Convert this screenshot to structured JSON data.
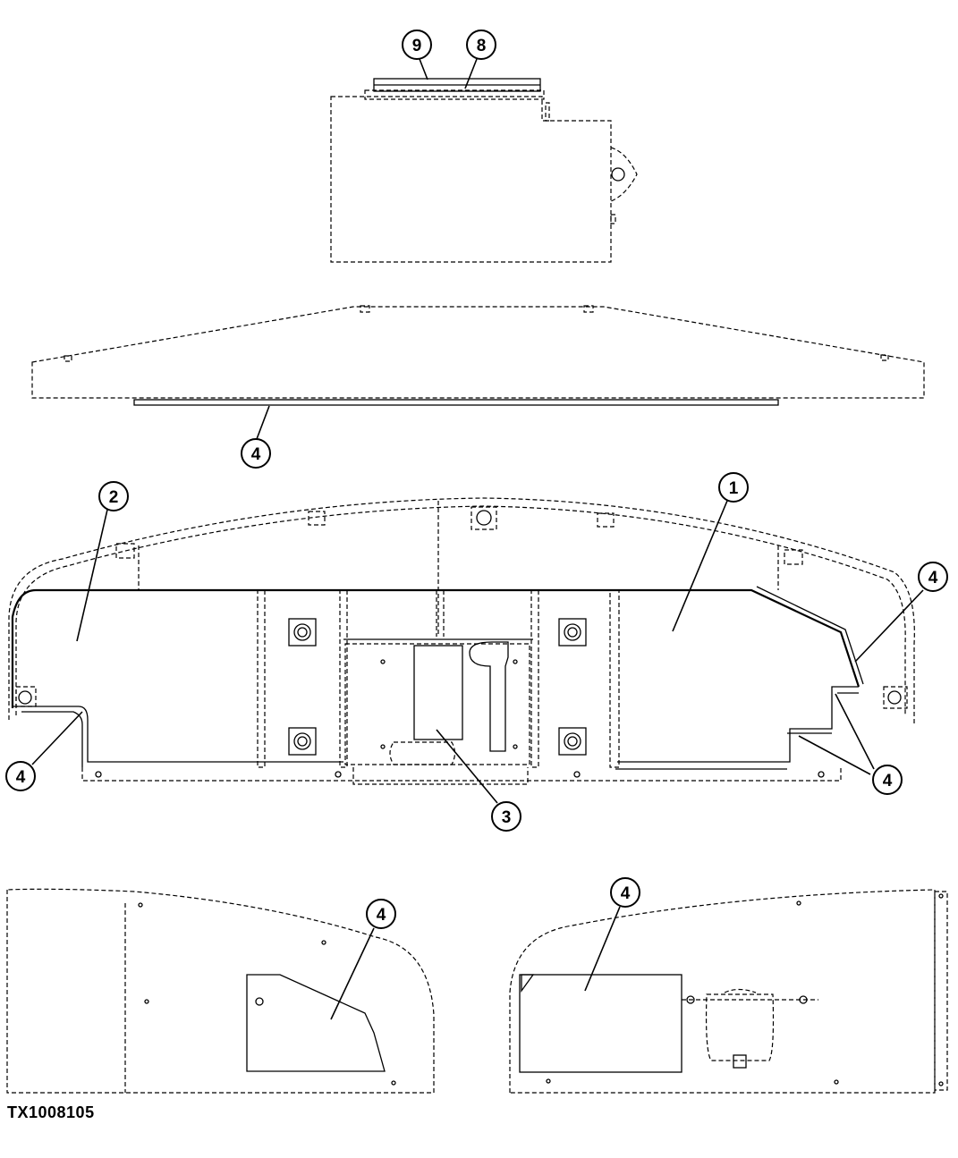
{
  "figure_id": "TX1008105",
  "callouts": {
    "top_9": "9",
    "top_8": "8",
    "front_4": "4",
    "plan_2": "2",
    "plan_1": "1",
    "plan_4_right": "4",
    "plan_4_left": "4",
    "plan_3": "3",
    "plan_4_lower_right": "4",
    "side_left_4": "4",
    "side_right_4": "4"
  }
}
